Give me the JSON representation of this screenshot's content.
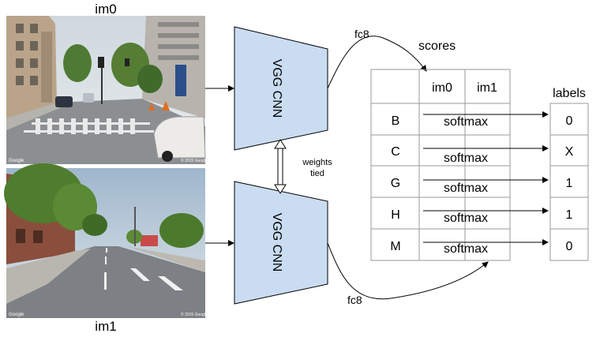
{
  "images": {
    "top_caption": "im0",
    "bottom_caption": "im1",
    "watermark": "Google",
    "copyright": "© 2015 Google"
  },
  "network": {
    "top_label": "VGG CNN",
    "bottom_label": "VGG CNN",
    "weights_line1": "weights",
    "weights_line2": "tied",
    "top_fc": "fc8",
    "bottom_fc": "fc8",
    "fill_color": "#c9dcf1"
  },
  "scores": {
    "title": "scores",
    "columns": [
      "im0",
      "im1"
    ],
    "rows": [
      "B",
      "C",
      "G",
      "H",
      "M"
    ],
    "op_label": "softmax"
  },
  "labels": {
    "title": "labels",
    "values": [
      "0",
      "X",
      "1",
      "1",
      "0"
    ]
  }
}
